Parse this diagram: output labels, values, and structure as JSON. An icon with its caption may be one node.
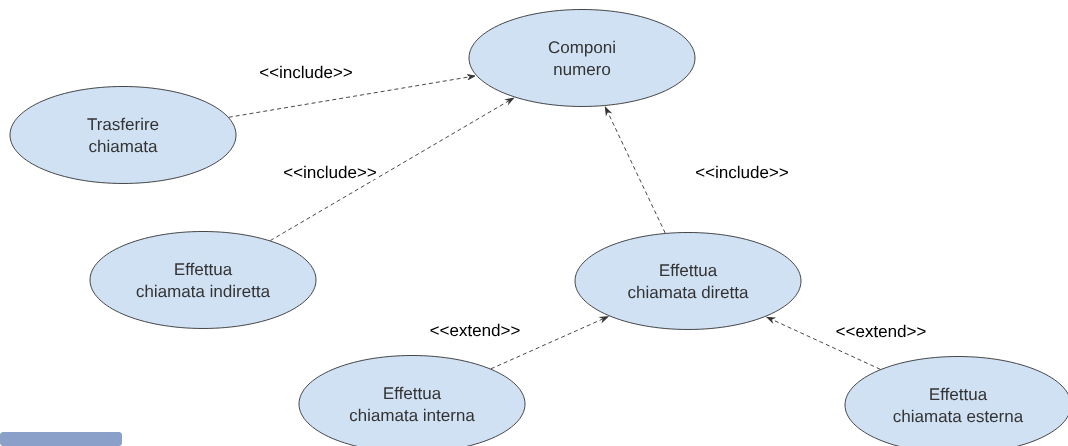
{
  "diagram": {
    "nodes": [
      {
        "text": [
          "Componi numero"
        ]
      },
      {
        "text": [
          "Trasferire chiamata"
        ]
      },
      {
        "text": [
          "Effettua chiamata indiretta"
        ]
      },
      {
        "text": [
          "Effettua chiamata diretta"
        ]
      },
      {
        "text": [
          "Effettua chiamata interna"
        ]
      },
      {
        "text": [
          "Effettua chiamata esterna"
        ]
      }
    ],
    "edges": [
      {
        "from": 1,
        "to": 0,
        "arrow": "to",
        "label": "<<include>>",
        "style": "dashed"
      },
      {
        "from": 2,
        "to": 0,
        "arrow": "to",
        "label": "<<include>>",
        "style": "dashed"
      },
      {
        "from": 3,
        "to": 0,
        "arrow": "to",
        "label": "<<include>>",
        "style": "dashed"
      },
      {
        "from": 4,
        "to": 3,
        "arrow": "to",
        "label": "<<extend>>",
        "style": "dashed"
      },
      {
        "from": 5,
        "to": 3,
        "arrow": "to",
        "label": "<<extend>>",
        "style": "dashed"
      }
    ]
  }
}
